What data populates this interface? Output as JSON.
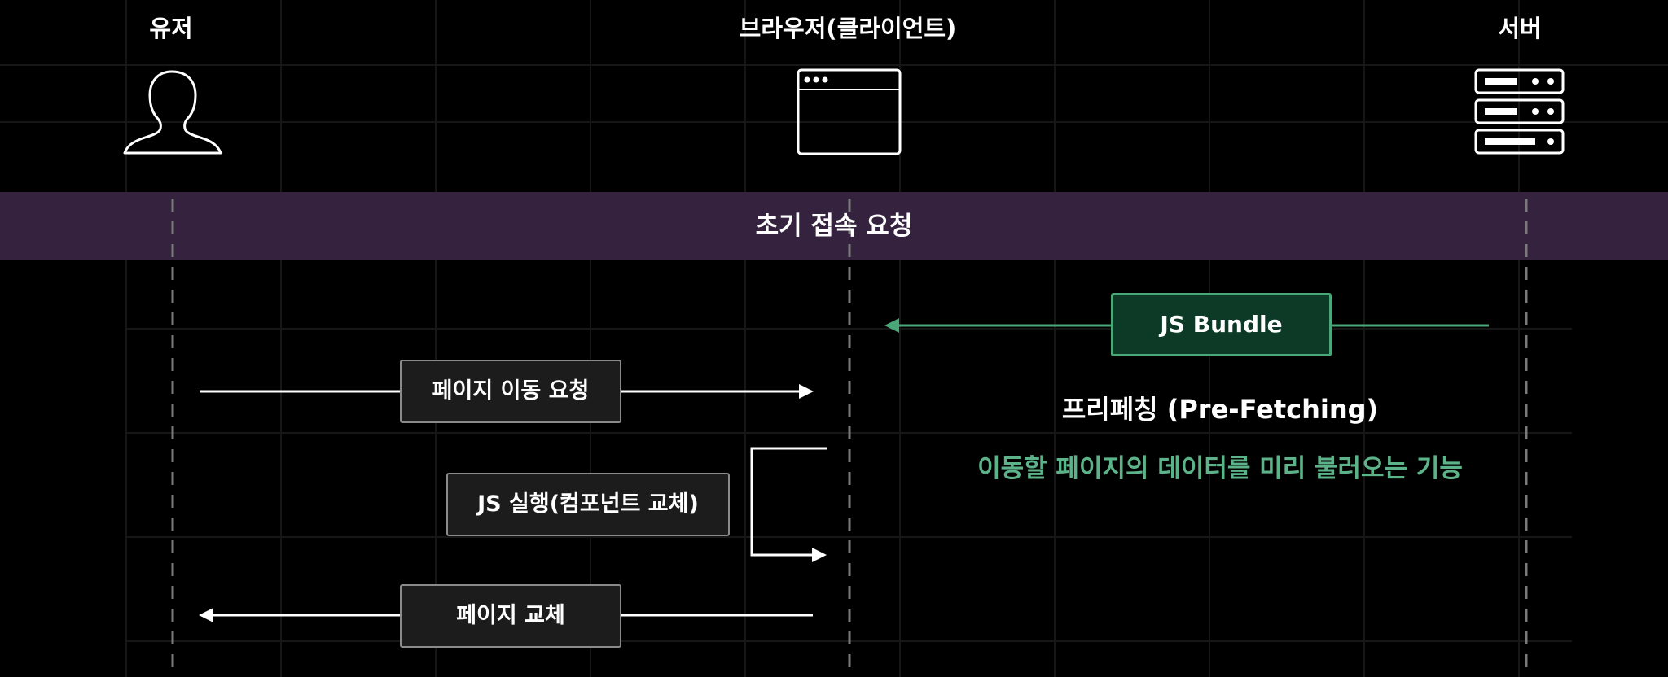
{
  "actors": {
    "user": "유저",
    "browser": "브라우저(클라이언트)",
    "server": "서버"
  },
  "phase": {
    "title": "초기 접속 요청"
  },
  "messages": {
    "js_bundle": "JS Bundle",
    "page_move_request": "페이지 이동 요청",
    "js_execute": "JS 실행(컴포넌트 교체)",
    "page_replace": "페이지 교체"
  },
  "prefetch": {
    "title": "프리페칭 (Pre-Fetching)",
    "description": "이동할 페이지의 데이터를 미리 불러오는 기능"
  },
  "icons": {
    "user": "user-silhouette-icon",
    "browser": "browser-window-icon",
    "server": "server-rack-icon"
  },
  "colors": {
    "background": "#000000",
    "phase_band": "#34223f",
    "accent_green": "#4aa779",
    "description_green": "#5db389",
    "message_box": "#1c1c1c"
  }
}
